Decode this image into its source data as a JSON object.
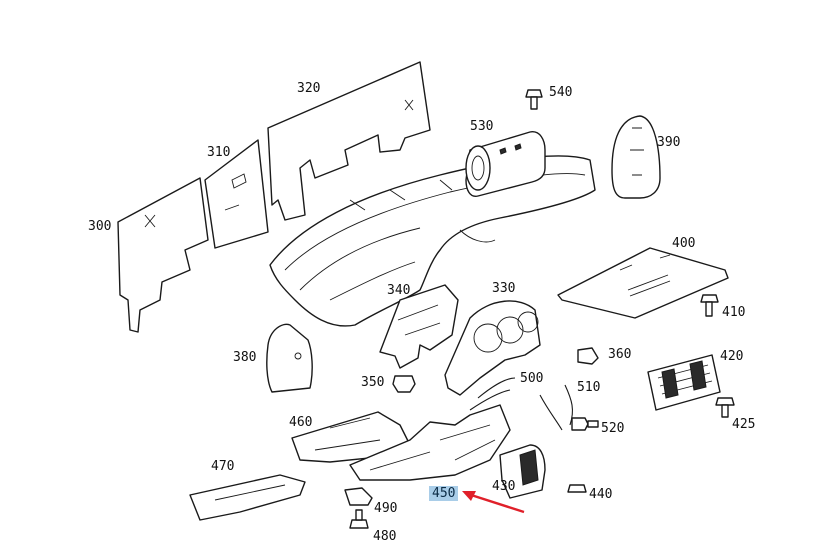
{
  "diagram": {
    "colors": {
      "line": "#1a1a1a",
      "highlight": "#a9cde8",
      "arrow": "#e0202a",
      "background": "#ffffff"
    },
    "callouts": [
      {
        "id": "c300",
        "label": "300",
        "part_icon": "insulation-pad-left-icon"
      },
      {
        "id": "c310",
        "label": "310",
        "part_icon": "insulation-pad-mid-icon"
      },
      {
        "id": "c320",
        "label": "320",
        "part_icon": "insulation-pad-top-icon"
      },
      {
        "id": "c540",
        "label": "540",
        "part_icon": "screw-icon"
      },
      {
        "id": "c530",
        "label": "530",
        "part_icon": "instrument-housing-icon"
      },
      {
        "id": "c390",
        "label": "390",
        "part_icon": "side-cover-icon"
      },
      {
        "id": "c400",
        "label": "400",
        "part_icon": "glovebox-panel-icon"
      },
      {
        "id": "c410",
        "label": "410",
        "part_icon": "screw-icon"
      },
      {
        "id": "c340",
        "label": "340",
        "part_icon": "bracket-icon"
      },
      {
        "id": "c330",
        "label": "330",
        "part_icon": "instrument-cluster-trim-icon"
      },
      {
        "id": "c360",
        "label": "360",
        "part_icon": "screw-icon"
      },
      {
        "id": "c420",
        "label": "420",
        "part_icon": "air-vent-icon"
      },
      {
        "id": "c380",
        "label": "380",
        "part_icon": "end-cap-icon"
      },
      {
        "id": "c350",
        "label": "350",
        "part_icon": "clip-icon"
      },
      {
        "id": "c500",
        "label": "500",
        "part_icon": "trim-strip-icon"
      },
      {
        "id": "c510",
        "label": "510",
        "part_icon": "trim-strip-icon"
      },
      {
        "id": "c425",
        "label": "425",
        "part_icon": "screw-icon"
      },
      {
        "id": "c460",
        "label": "460",
        "part_icon": "lower-panel-icon"
      },
      {
        "id": "c520",
        "label": "520",
        "part_icon": "screw-icon"
      },
      {
        "id": "c470",
        "label": "470",
        "part_icon": "lower-panel-icon"
      },
      {
        "id": "c430",
        "label": "430",
        "part_icon": "air-vent-icon"
      },
      {
        "id": "c440",
        "label": "440",
        "part_icon": "screw-icon"
      },
      {
        "id": "c450",
        "label": "450",
        "part_icon": "center-console-icon",
        "highlighted": true
      },
      {
        "id": "c490",
        "label": "490",
        "part_icon": "bracket-icon"
      },
      {
        "id": "c480",
        "label": "480",
        "part_icon": "screw-icon"
      }
    ],
    "pointer": {
      "target": "c450",
      "icon": "red-arrow-icon"
    }
  }
}
